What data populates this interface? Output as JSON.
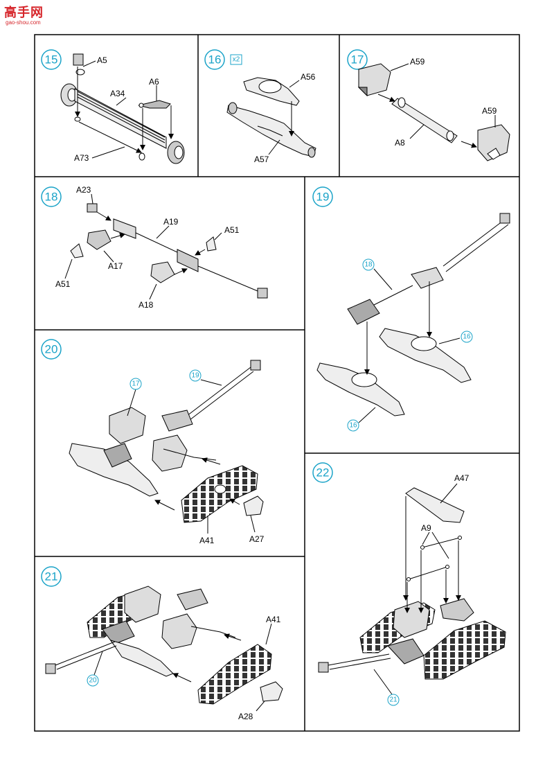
{
  "site_logo": {
    "brand": "高手网",
    "url": "gao-shou.com"
  },
  "steps": [
    {
      "num": "15",
      "labels": [
        "A5",
        "A34",
        "A6",
        "A73"
      ]
    },
    {
      "num": "16",
      "qty": "x2",
      "labels": [
        "A56",
        "A57"
      ]
    },
    {
      "num": "17",
      "labels": [
        "A59",
        "A59",
        "A8"
      ]
    },
    {
      "num": "18",
      "labels": [
        "A23",
        "A19",
        "A51",
        "A17",
        "A51",
        "A18"
      ]
    },
    {
      "num": "19",
      "refs": [
        "18",
        "16",
        "16"
      ]
    },
    {
      "num": "20",
      "refs": [
        "17",
        "19"
      ],
      "labels": [
        "A41",
        "A27"
      ]
    },
    {
      "num": "21",
      "labels": [
        "A41",
        "A28"
      ],
      "refs": [
        "20"
      ]
    },
    {
      "num": "22",
      "labels": [
        "A47",
        "A9"
      ],
      "refs": [
        "21"
      ]
    }
  ]
}
